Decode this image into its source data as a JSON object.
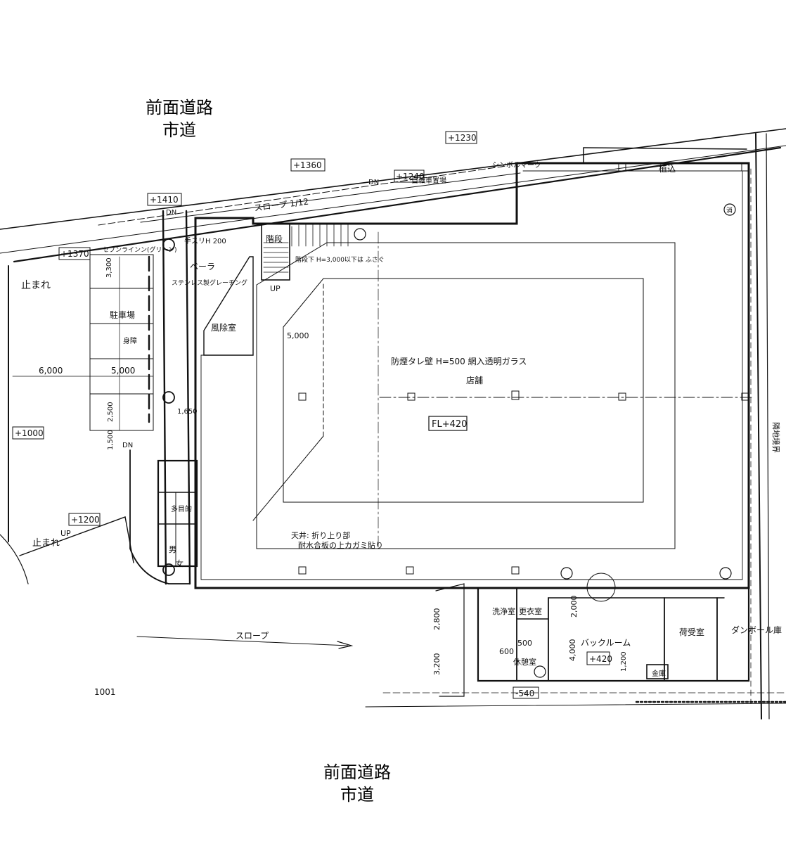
{
  "top_caption": {
    "line1": "前面道路",
    "line2": "市道"
  },
  "bottom_caption": {
    "line1": "前面道路",
    "line2": "市道"
  },
  "levels": {
    "l1230": "+1230",
    "l1360": "+1360",
    "l1240": "+1240",
    "l1410": "+1410",
    "l1370": "+1370",
    "l1000": "+1000",
    "l1200": "+1200",
    "fl420": "FL+420",
    "l420b": "+420",
    "m540": "-540"
  },
  "labels": {
    "slope_top": "スロープ 1/12",
    "slope_bottom": "スロープ",
    "planting": "植込",
    "symbol_mark": "シンボルマーク",
    "bicycle": "自転車置場",
    "handrail": "手スリH 200",
    "seven_green": "セブンラインン(グリーン)",
    "bench": "ベーラ",
    "stainless": "ステンレス製グレーチング",
    "parking": "駐車場",
    "disabled": "身障",
    "stop_left": "止まれ",
    "stop_bottom": "止まれ",
    "windbreak": "風除室",
    "stairs": "階段",
    "stair_note": "階段下 H=3,000以下は ふさぐ",
    "up1": "UP",
    "up2": "UP",
    "dn1": "DN",
    "dn2": "DN",
    "dn3": "DN",
    "smoke_wall": "防煙タレ壁 H=500 網入透明ガラス",
    "store": "店舗",
    "ceiling_note1": "天井: 折り上り部",
    "ceiling_note2": "耐水合板の上カガミ貼り",
    "multi_toilet": "多目的",
    "toilet_w": "女",
    "toilet_m": "男",
    "staff_wc": "洗浄室",
    "locker": "更衣室",
    "rest": "休憩室",
    "backroom": "バックルーム",
    "unloading": "荷受室",
    "cardboard": "ダンボール庫",
    "safe": "金庫",
    "boundary": "隣地境界",
    "fire": "消"
  },
  "dims": {
    "d3300": "3,300",
    "d6000": "6,000",
    "d5000a": "5,000",
    "d5000b": "5,000",
    "d2500": "2,500",
    "d1500": "1,500",
    "d1650": "1,650",
    "d2800": "2,800",
    "d3200": "3,200",
    "d2000": "2,000",
    "d4000": "4,000",
    "d500": "500",
    "d600": "600",
    "d1200": "1,200",
    "d1001": "1001"
  }
}
